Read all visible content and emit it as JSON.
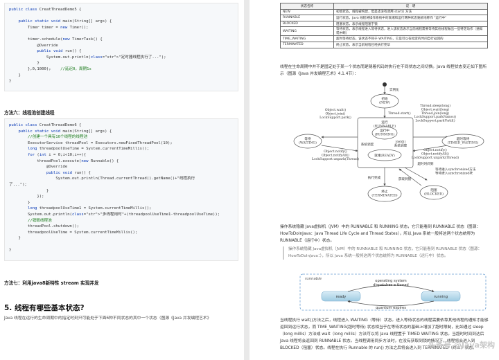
{
  "left": {
    "code1": [
      "public class CreatThreadDemo5 {",
      "",
      "    public static void main(String[] args) {",
      "        Timer timer = new Timer();",
      "",
      "        timer.schedule(new TimerTask() {",
      "            @Override",
      "            public void run() {",
      "                System.out.println(\"定时器线程执行了...\");",
      "            }",
      "        },0,1000);    //延迟0，周期1s",
      "    }",
      "}"
    ],
    "method6_heading": "方法六：线程池创建线程",
    "code2": [
      "public class CreatThreadDemo6 {",
      "    public static void main(String[] args) {",
      "        //创建一个具有10个线程的线程池",
      "        ExecutorService threadPool = Executors.newFixedThreadPool(10);",
      "        long threadpoolUseTime = System.currentTimeMillis();",
      "        for (int i = 0;i<10;i++){",
      "            threadPool.execute(new Runnable() {",
      "                @Override",
      "                public void run() {",
      "                    System.out.println(Thread.currentThread().getName()+\"线程执行",
      "了...\");",
      "                }",
      "            });",
      "        }",
      "        long threadpoolUseTime1 = System.currentTimeMillis();",
      "        System.out.println(\"多线程用时\"+(threadpoolUseTime1-threadpoolUseTime));",
      "        //销毁线程池",
      "        threadPool.shutdown();",
      "        threadpoolUseTime = System.currentTimeMillis();",
      "    }",
      "",
      "}"
    ],
    "method7_heading": "方法七：利用java8新特性 stream 实现并发",
    "section5_heading": "5. 线程有哪些基本状态?",
    "section5_para": "Java 线程在运行的生命周期中的指定时刻只可能处于下面6种不同状态的其中一个状态（图源《Java 并发编程艺术》"
  },
  "right": {
    "table": {
      "headers": [
        "状态名称",
        "说　明"
      ],
      "rows": [
        [
          "NEW",
          "初始状态，线程被构建，但是还没有调用 start() 方法"
        ],
        [
          "RUNNABLE",
          "运行状态，Java 线程将操作系统中的就绪和运行两种状态笼统地称作 \"运行中\""
        ],
        [
          "BLOCKED",
          "阻塞状态，表示线程阻塞于锁"
        ],
        [
          "WAITING",
          "等待状态，表示线程进入等待状态，进入该状态表示当前线程需要等待其他线程做出一些特定动作（通知或中断）"
        ],
        [
          "TIME_WAITING",
          "超时等待状态，该状态不同于 WAITING，它是可以在指定的时间自行返回的"
        ],
        [
          "TERMINATED",
          "终止状态，表示当前线程已经执行完毕"
        ]
      ]
    },
    "para1": "线程在生命周期中并不是固定处于某一个状态而是随着代码的执行在不同状态之间切换。Java 线程状态变迁如下图所示（图源《Java 并发编程艺术》4.1.4节）：",
    "diagram": {
      "labels": {
        "instantiate": "实例化",
        "new": "初始\n(NEW)",
        "start": "Thread.start()",
        "runnable": "运行\n(RUNNABLE)",
        "running": "运行中\n(RUNNING)",
        "ready": "就绪(READY)",
        "sched": "系统调度",
        "yield": "yield()\n系统调度",
        "waiting": "等待\n(WAITING)",
        "timed": "超时等待\n(TIMED_WAITING)",
        "terminated": "终止\n(TERMINATED)",
        "blocked": "阻塞\n(BLOCKED)",
        "done": "执行完成",
        "get_lock": "获取到锁",
        "wait_sync": "等待进入synchronized方法\n等待进入synchronized块",
        "timeout": "超时时间到",
        "to_wait": "Object.wait()\nObject.join()\nLockSupport.park()",
        "from_wait": "Object.notify()\nObject.notifyAll()\nLockSupport.unpark(Thread)",
        "to_timed": "Thread.sleep(long)\nObject.wait(long)\nThread.join(long)\nLockSupport.parkNanos()\nLockSupport.parkUntil()",
        "from_timed": "Object.notify()\nObject.notifyAll()\nLockSupport.unpark(Thread)"
      }
    },
    "para2": "操作系统隐藏 Java虚拟机（JVM）中的 RUNNABLE 和 RUNNING 状态，它只能看到 RUNNABLE 状态（图源：HowToDoInJava：Java Thread Life Cycle and Thread States），所以 Java 系统一般将这两个状态统称为 RUNNABLE（运行中）状态。",
    "quote": "操作系统隐藏 Java虚拟机（JVM）中的 RUNNABLE 和 RUNNING 状态，它只能看到 RUNNABLE 状态（图源：HowToDoInJava：），所以 Java 系统一般将这两个状态统称为 RUNNABLE（运行中）状态。",
    "runnable_fig": {
      "title": "runnable",
      "top_label": "operating system\ndispatches a thread",
      "ready": "ready",
      "running": "running",
      "bottom_label": "quantum expires"
    },
    "para3": "当线程执行 wait()方法之后，线程进入 WAITING（等待）状态。进入等待状态的线程需要依靠其他线程的通知才能够返回到运行状态，而 TIME_WAITING(超时等待) 状态相当于在等待状态的基础上增加了超时限制，比如通过 sleep（long millis）方法或 wait（long millis）方法可以将 Java 线程置于 TIMED WAITING 状态。当超时时间到达后 Java 线程将会返回到 RUNNABLE 状态。当线程调用同步方法时，在没有获取到锁的情况下，线程将会进入到 BLOCKED（阻塞）状态。线程在执行 Runnable 的 run() 方法之后将会进入到 TERMINATED（终止）状态。",
    "watermark": "头条号 @Java架构"
  },
  "colors": {
    "code_bg": "#f6f8fa",
    "keyword": "#0033b3",
    "string": "#c41a16",
    "comment": "#1a7a1a"
  }
}
